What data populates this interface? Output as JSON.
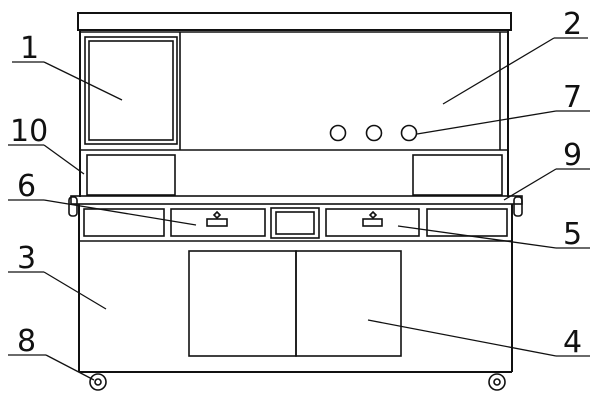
{
  "diagram": {
    "labels": {
      "part_1": "1",
      "part_2": "2",
      "part_3": "3",
      "part_4": "4",
      "part_5": "5",
      "part_6": "6",
      "part_7": "7",
      "part_8": "8",
      "part_9": "9",
      "part_10": "10"
    }
  }
}
